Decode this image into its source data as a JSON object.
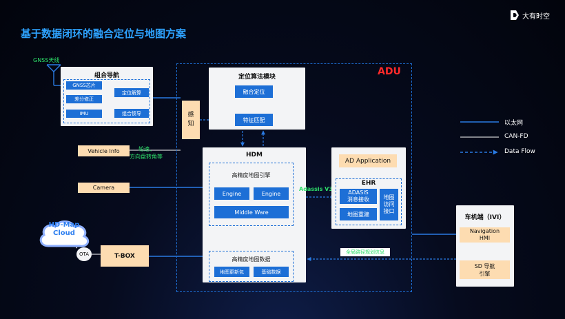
{
  "title": "基于数据闭环的融合定位与地图方案",
  "brand": {
    "name": "大有时空"
  },
  "gnss_antenna": {
    "label": "GNSS天线"
  },
  "integrated_nav": {
    "title": "组合导航",
    "gnss_chip": "GNSS芯片",
    "diff_correction": "差分修正",
    "imu": "IMU",
    "position_solve": "定位解算",
    "integrated_inertial": "组合惯导"
  },
  "vehicle_info": {
    "label": "Vehicle Info",
    "annotation_line1": "轮速、",
    "annotation_line2": "方向盘转角等"
  },
  "camera": {
    "label": "Camera"
  },
  "hd_map_cloud": {
    "line1": "HD-Map",
    "line2": "Cloud"
  },
  "ota": {
    "label": "OTA"
  },
  "tbox": {
    "label": "T-BOX"
  },
  "adu": {
    "label": "ADU"
  },
  "perception": {
    "line1": "感",
    "line2": "知"
  },
  "localization": {
    "title": "定位算法模块",
    "fusion": "融合定位",
    "feature_match": "特征匹配"
  },
  "hdm": {
    "title": "HDM",
    "engine_group_title": "高精度地图引擎",
    "engine_1": "Engine",
    "engine_2": "Engine",
    "middleware": "Middle Ware",
    "data_group_title": "高精度地图数据",
    "update_package": "地图更新包",
    "base_data": "基础数据"
  },
  "adasis_link": {
    "label": "Adassis V3"
  },
  "ad_application": {
    "label": "AD Application"
  },
  "ehr": {
    "title": "EHR",
    "adasis_line1": "ADASIS",
    "adasis_line2": "消息接收",
    "map_rebuild": "地图重建",
    "map_access_line1": "地图",
    "map_access_line2": "访问",
    "map_access_line3": "接口"
  },
  "ivi": {
    "title": "车机端（IVI）",
    "nav_line1": "Navigation",
    "nav_line2": "HMI",
    "sd_line1": "SD 导航",
    "sd_line2": "引擎"
  },
  "route_info": {
    "label": "全局路径规划信息"
  },
  "legend": {
    "ethernet": "以太网",
    "canfd": "CAN-FD",
    "dataflow": "Data Flow"
  },
  "colors": {
    "accent_blue": "#1d6fd6",
    "title_blue": "#2ea3ff",
    "adu_red": "#ff2a2a",
    "green_annotation": "#2ee06a",
    "peach": "#fddcb1"
  }
}
